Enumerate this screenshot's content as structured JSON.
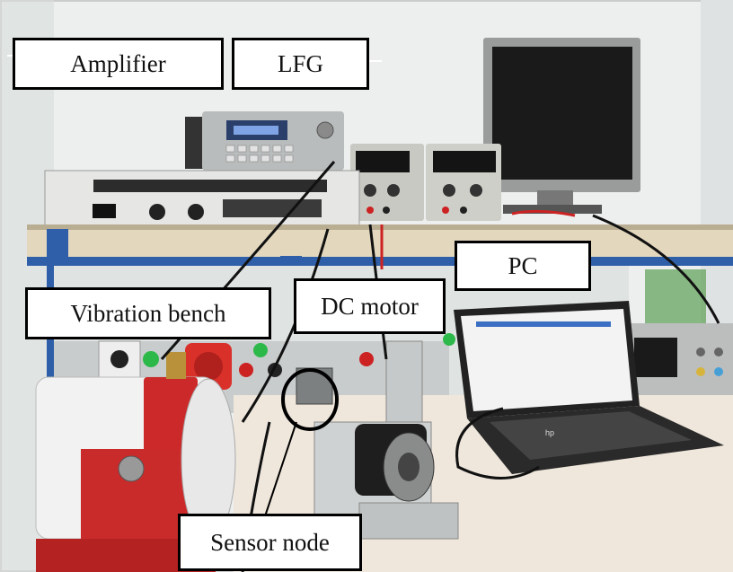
{
  "labels": {
    "amplifier": "Amplifier",
    "lfg": "LFG",
    "pc": "PC",
    "vibration_bench": "Vibration bench",
    "dc_motor": "DC motor",
    "sensor_node": "Sensor node"
  },
  "laptop_brand": "hp",
  "colors": {
    "label_border": "#000000",
    "label_fill": "#ffffff",
    "shelf_blue": "#2f5fa8",
    "motor_red": "#cc2a2a",
    "lab_wall": "#e9ecec"
  }
}
